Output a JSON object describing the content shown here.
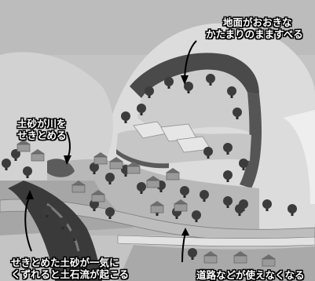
{
  "labels": {
    "mass_slide": {
      "line1": "地面がおおきな",
      "line2": "かたまりのまますべる"
    },
    "river_dam": {
      "line1": "土砂が川を",
      "line2": "せきとめる"
    },
    "debris_flow": {
      "line1": "せきとめた土砂が一気に",
      "line2": "くずれると土石流が起こる"
    },
    "road_damage": {
      "line1": "道路などが使えなくなる"
    }
  },
  "colors": {
    "sky": "#c4c4c4",
    "hill_outer": "#dedede",
    "hill_inner": "#cfcfcf",
    "scarp": "#4a4a4a",
    "ground": "#a8a8a8",
    "river": "#bcbcbc",
    "tree": "#3c3c3c",
    "house": "#8a8a8a",
    "field": "#e0e0e0"
  }
}
